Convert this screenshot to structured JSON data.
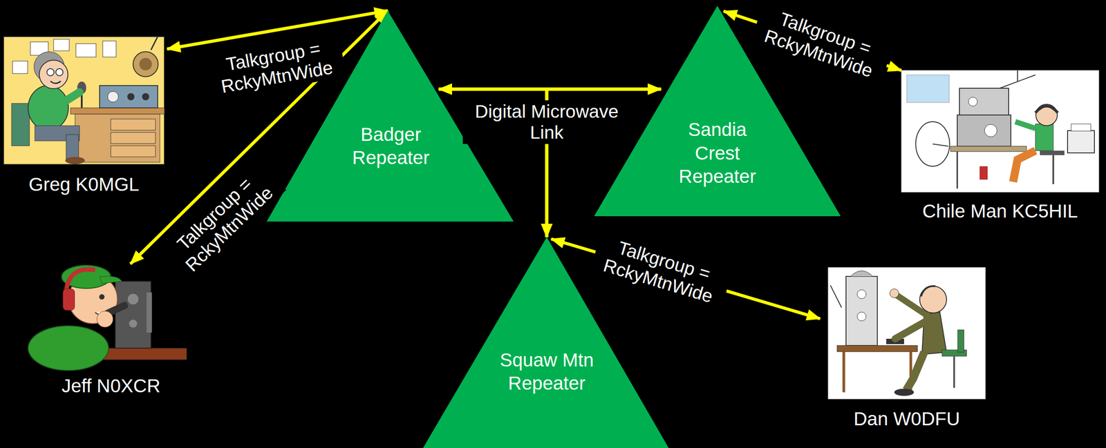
{
  "diagram": {
    "nodes": [
      {
        "text": [
          "Greg K0MGL"
        ]
      },
      {
        "text": [
          "Badger Repeater"
        ]
      },
      {
        "text": [
          "Sandia Crest Repeater"
        ]
      },
      {
        "text": [
          "Chile Man KC5HIL"
        ]
      },
      {
        "text": [
          "Jeff N0XCR"
        ]
      },
      {
        "text": [
          "Squaw Mtn Repeater"
        ]
      },
      {
        "text": [
          "Dan W0DFU"
        ]
      }
    ],
    "edges": [
      {
        "from": 0,
        "to": 1,
        "arrow": "both",
        "label": "Talkgroup = RckyMtnWide"
      },
      {
        "from": 4,
        "to": 1,
        "arrow": "both",
        "label": "Talkgroup = RckyMtnWide"
      },
      {
        "from": 1,
        "to": 2,
        "arrow": "both",
        "label": "Digital Microwave Link"
      },
      {
        "from": 1,
        "to": 5,
        "arrow": "to"
      },
      {
        "from": 2,
        "to": 5,
        "arrow": "to"
      },
      {
        "from": 2,
        "to": 3,
        "arrow": "both",
        "label": "Talkgroup = RckyMtnWide"
      },
      {
        "from": 5,
        "to": 6,
        "arrow": "both",
        "label": "Talkgroup = RckyMtnWide"
      }
    ]
  }
}
